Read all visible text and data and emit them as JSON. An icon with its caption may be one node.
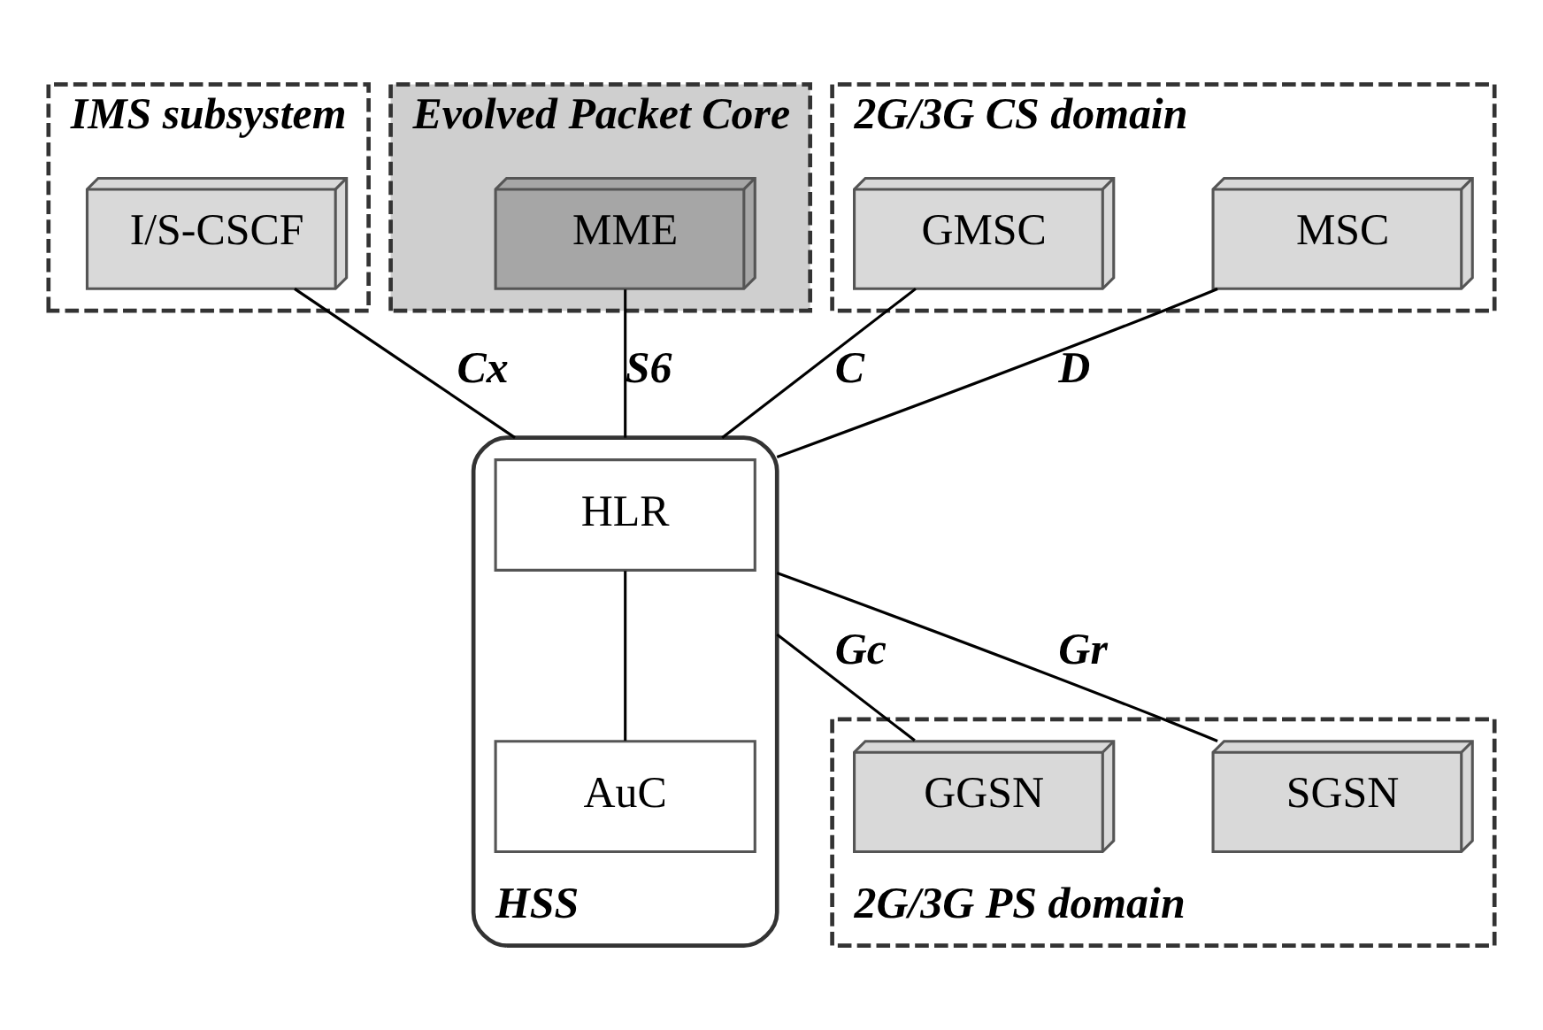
{
  "diagram": {
    "nodes": [
      {
        "text": [
          "IMS subsystem"
        ]
      },
      {
        "text": [
          "I/S-CSCF"
        ],
        "in": 0
      },
      {
        "text": [
          "Evolved Packet Core"
        ]
      },
      {
        "text": [
          "MME"
        ],
        "in": 2
      },
      {
        "text": [
          "2G/3G CS domain"
        ]
      },
      {
        "text": [
          "GMSC"
        ],
        "in": 4
      },
      {
        "text": [
          "MSC"
        ],
        "in": 4
      },
      {
        "text": [
          "HSS"
        ]
      },
      {
        "text": [
          "HLR"
        ],
        "in": 7
      },
      {
        "text": [
          "AuC"
        ],
        "in": 7
      },
      {
        "text": [
          "2G/3G PS domain"
        ]
      },
      {
        "text": [
          "GGSN"
        ],
        "in": 10
      },
      {
        "text": [
          "SGSN"
        ],
        "in": 10
      }
    ],
    "edges": [
      {
        "from": 1,
        "to": 7,
        "arrow": "none",
        "label": "Cx"
      },
      {
        "from": 3,
        "to": 7,
        "arrow": "none",
        "label": "S6"
      },
      {
        "from": 5,
        "to": 7,
        "arrow": "none",
        "label": "C"
      },
      {
        "from": 6,
        "to": 7,
        "arrow": "none",
        "label": "D"
      },
      {
        "from": 8,
        "to": 9,
        "arrow": "none"
      },
      {
        "from": 7,
        "to": 11,
        "arrow": "none",
        "label": "Gc"
      },
      {
        "from": 7,
        "to": 12,
        "arrow": "none",
        "label": "Gr"
      }
    ]
  }
}
